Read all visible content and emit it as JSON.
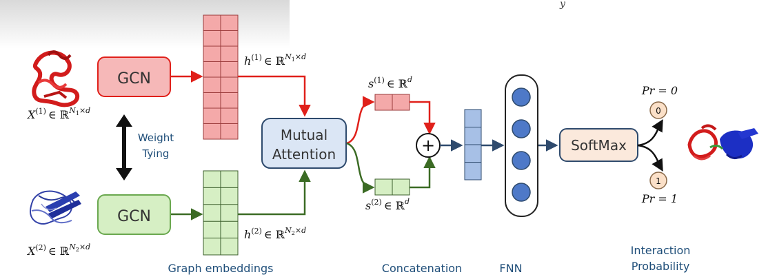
{
  "header_fragment": "y",
  "gcn_top": {
    "label": "GCN"
  },
  "gcn_bottom": {
    "label": "GCN"
  },
  "weight_tying": {
    "line1": "Weight",
    "line2": "Tying"
  },
  "mutual_attention": {
    "line1": "Mutual",
    "line2": "Attention"
  },
  "softmax": {
    "label": "SoftMax"
  },
  "plus_symbol": "+",
  "input_top": {
    "var": "X",
    "sup": "(1)",
    "rel": "∈ ℝ",
    "dim_n": "N",
    "dim_sub": "1",
    "dim_rest": "×d"
  },
  "input_bottom": {
    "var": "X",
    "sup": "(2)",
    "rel": "∈ ℝ",
    "dim_n": "N",
    "dim_sub": "2",
    "dim_rest": "×d"
  },
  "h_top": {
    "var": "h",
    "sup": "(1)",
    "rel": "∈ ℝ",
    "dim_n": "N",
    "dim_sub": "1",
    "dim_rest": "×d"
  },
  "h_bottom": {
    "var": "h",
    "sup": "(2)",
    "rel": "∈ ℝ",
    "dim_n": "N",
    "dim_sub": "2",
    "dim_rest": "×d"
  },
  "s_top": {
    "var": "s",
    "sup": "(1)",
    "rel": "∈ ℝ",
    "dim": "d"
  },
  "s_bottom": {
    "var": "s",
    "sup": "(2)",
    "rel": "∈ ℝ",
    "dim": "d"
  },
  "outputs": {
    "top": {
      "node": "0",
      "label": "Pr = 0"
    },
    "bottom": {
      "node": "1",
      "label": "Pr = 1"
    }
  },
  "captions": {
    "graph_embeddings": "Graph embeddings",
    "concatenation": "Concatenation",
    "fnn": "FNN",
    "interaction_line1": "Interaction",
    "interaction_line2": "Probability"
  },
  "colors": {
    "red": "#e0201a",
    "red_fill": "#f6b8b8",
    "green": "#3b6b24",
    "green_fill": "#d6efc4",
    "blue_dark": "#2e4a6d",
    "blue_fill": "#dbe6f5",
    "navy_node": "#4e79c8"
  }
}
